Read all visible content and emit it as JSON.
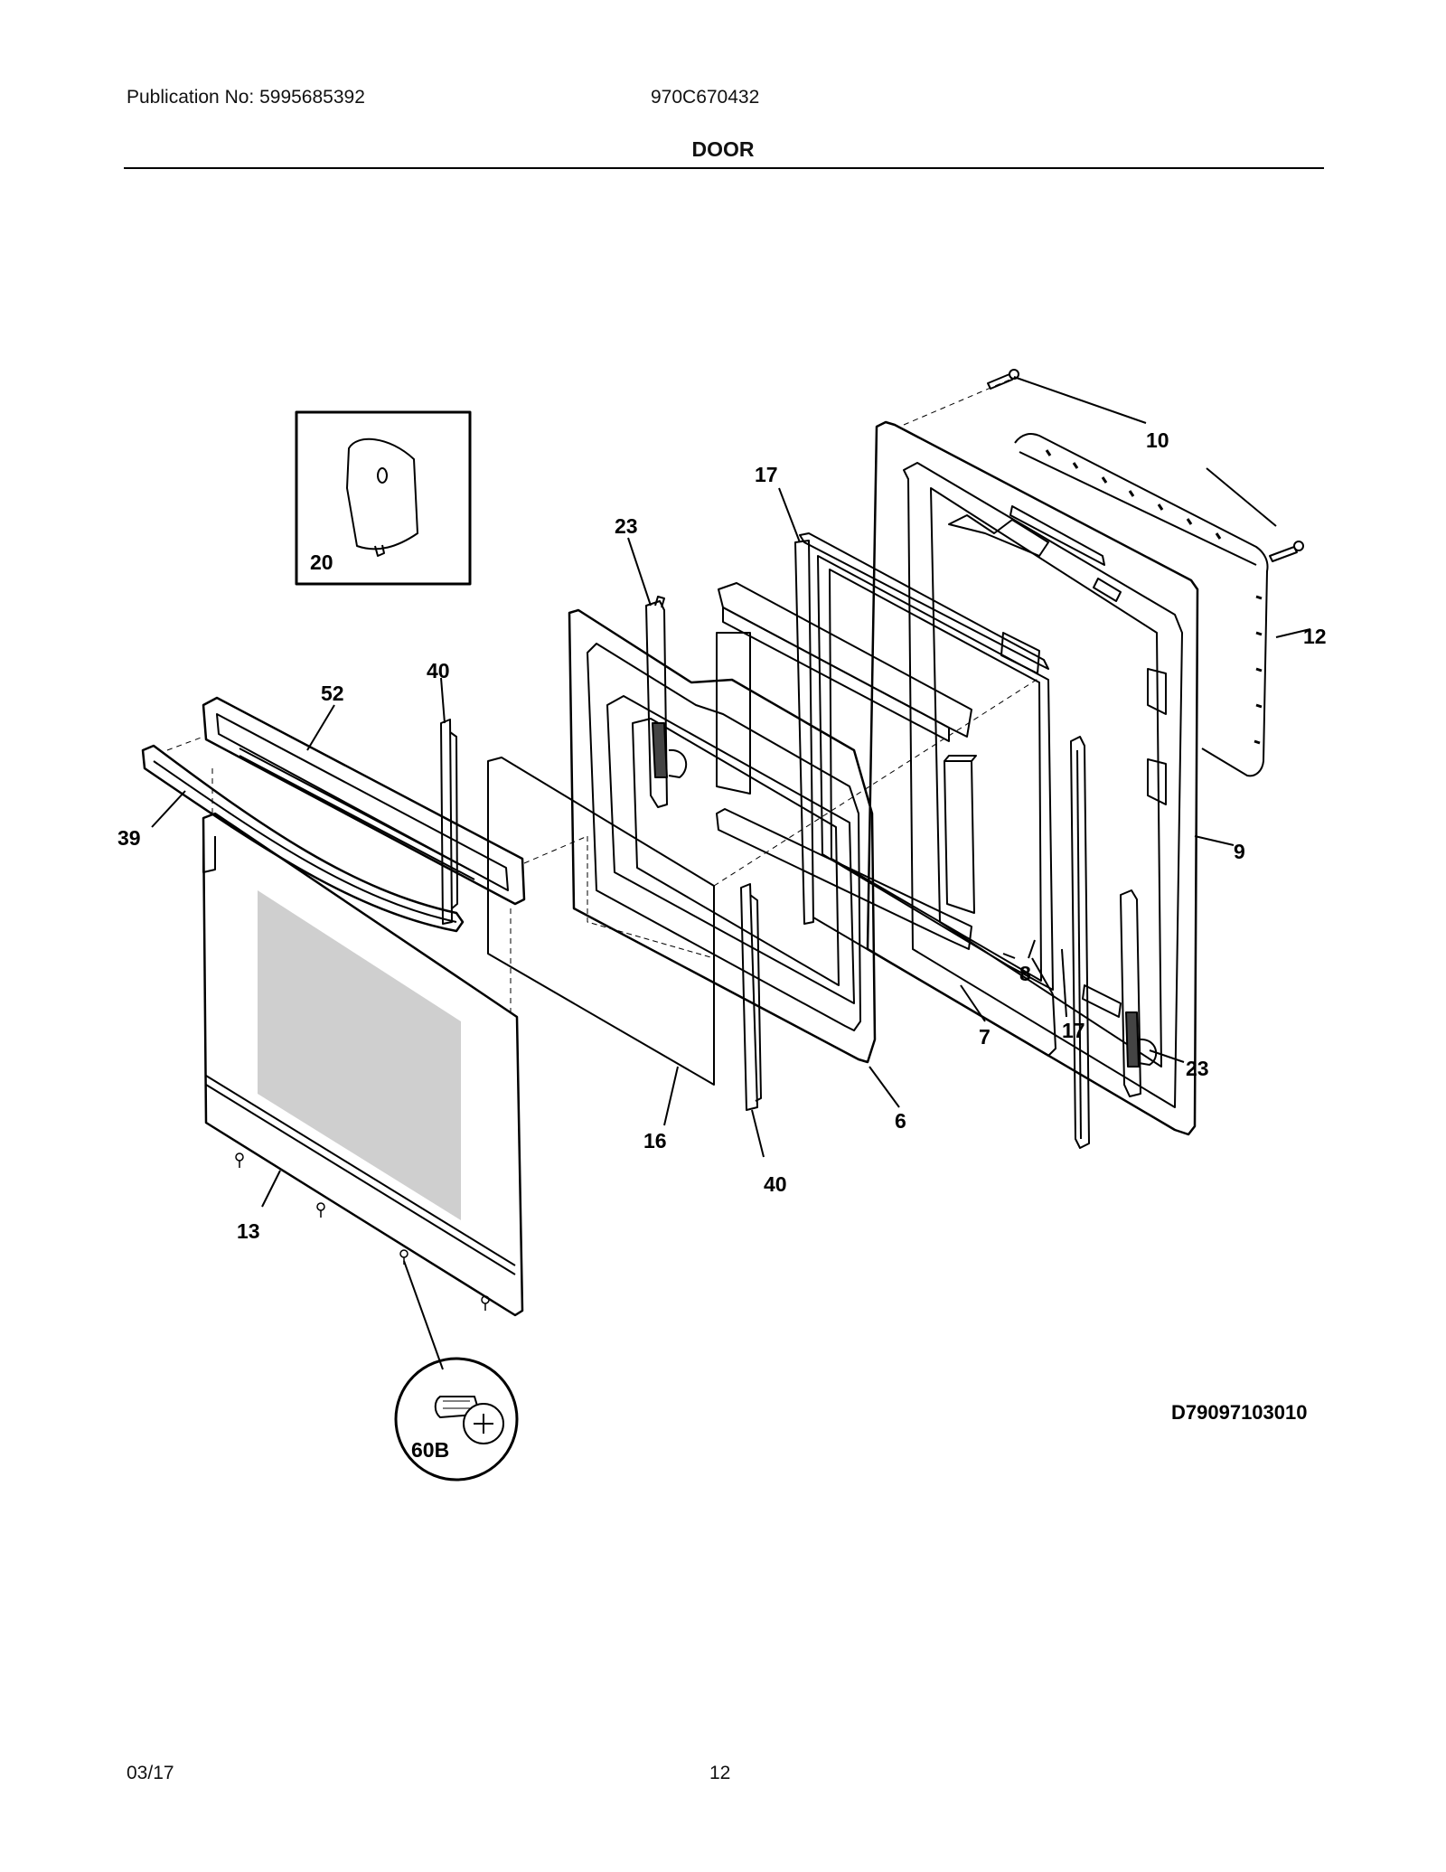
{
  "header": {
    "publication": "Publication No: 5995685392",
    "model": "970C670432",
    "title": "DOOR"
  },
  "diagram": {
    "code": "D79097103010",
    "callouts": {
      "c10": "10",
      "c17a": "17",
      "c23a": "23",
      "c12": "12",
      "c20": "20",
      "c40a": "40",
      "c52": "52",
      "c39": "39",
      "c9": "9",
      "c8": "8",
      "c7": "7",
      "c17b": "17",
      "c23b": "23",
      "c6": "6",
      "c16": "16",
      "c40b": "40",
      "c13": "13",
      "c60b": "60B"
    }
  },
  "footer": {
    "date": "03/17",
    "page": "12"
  }
}
